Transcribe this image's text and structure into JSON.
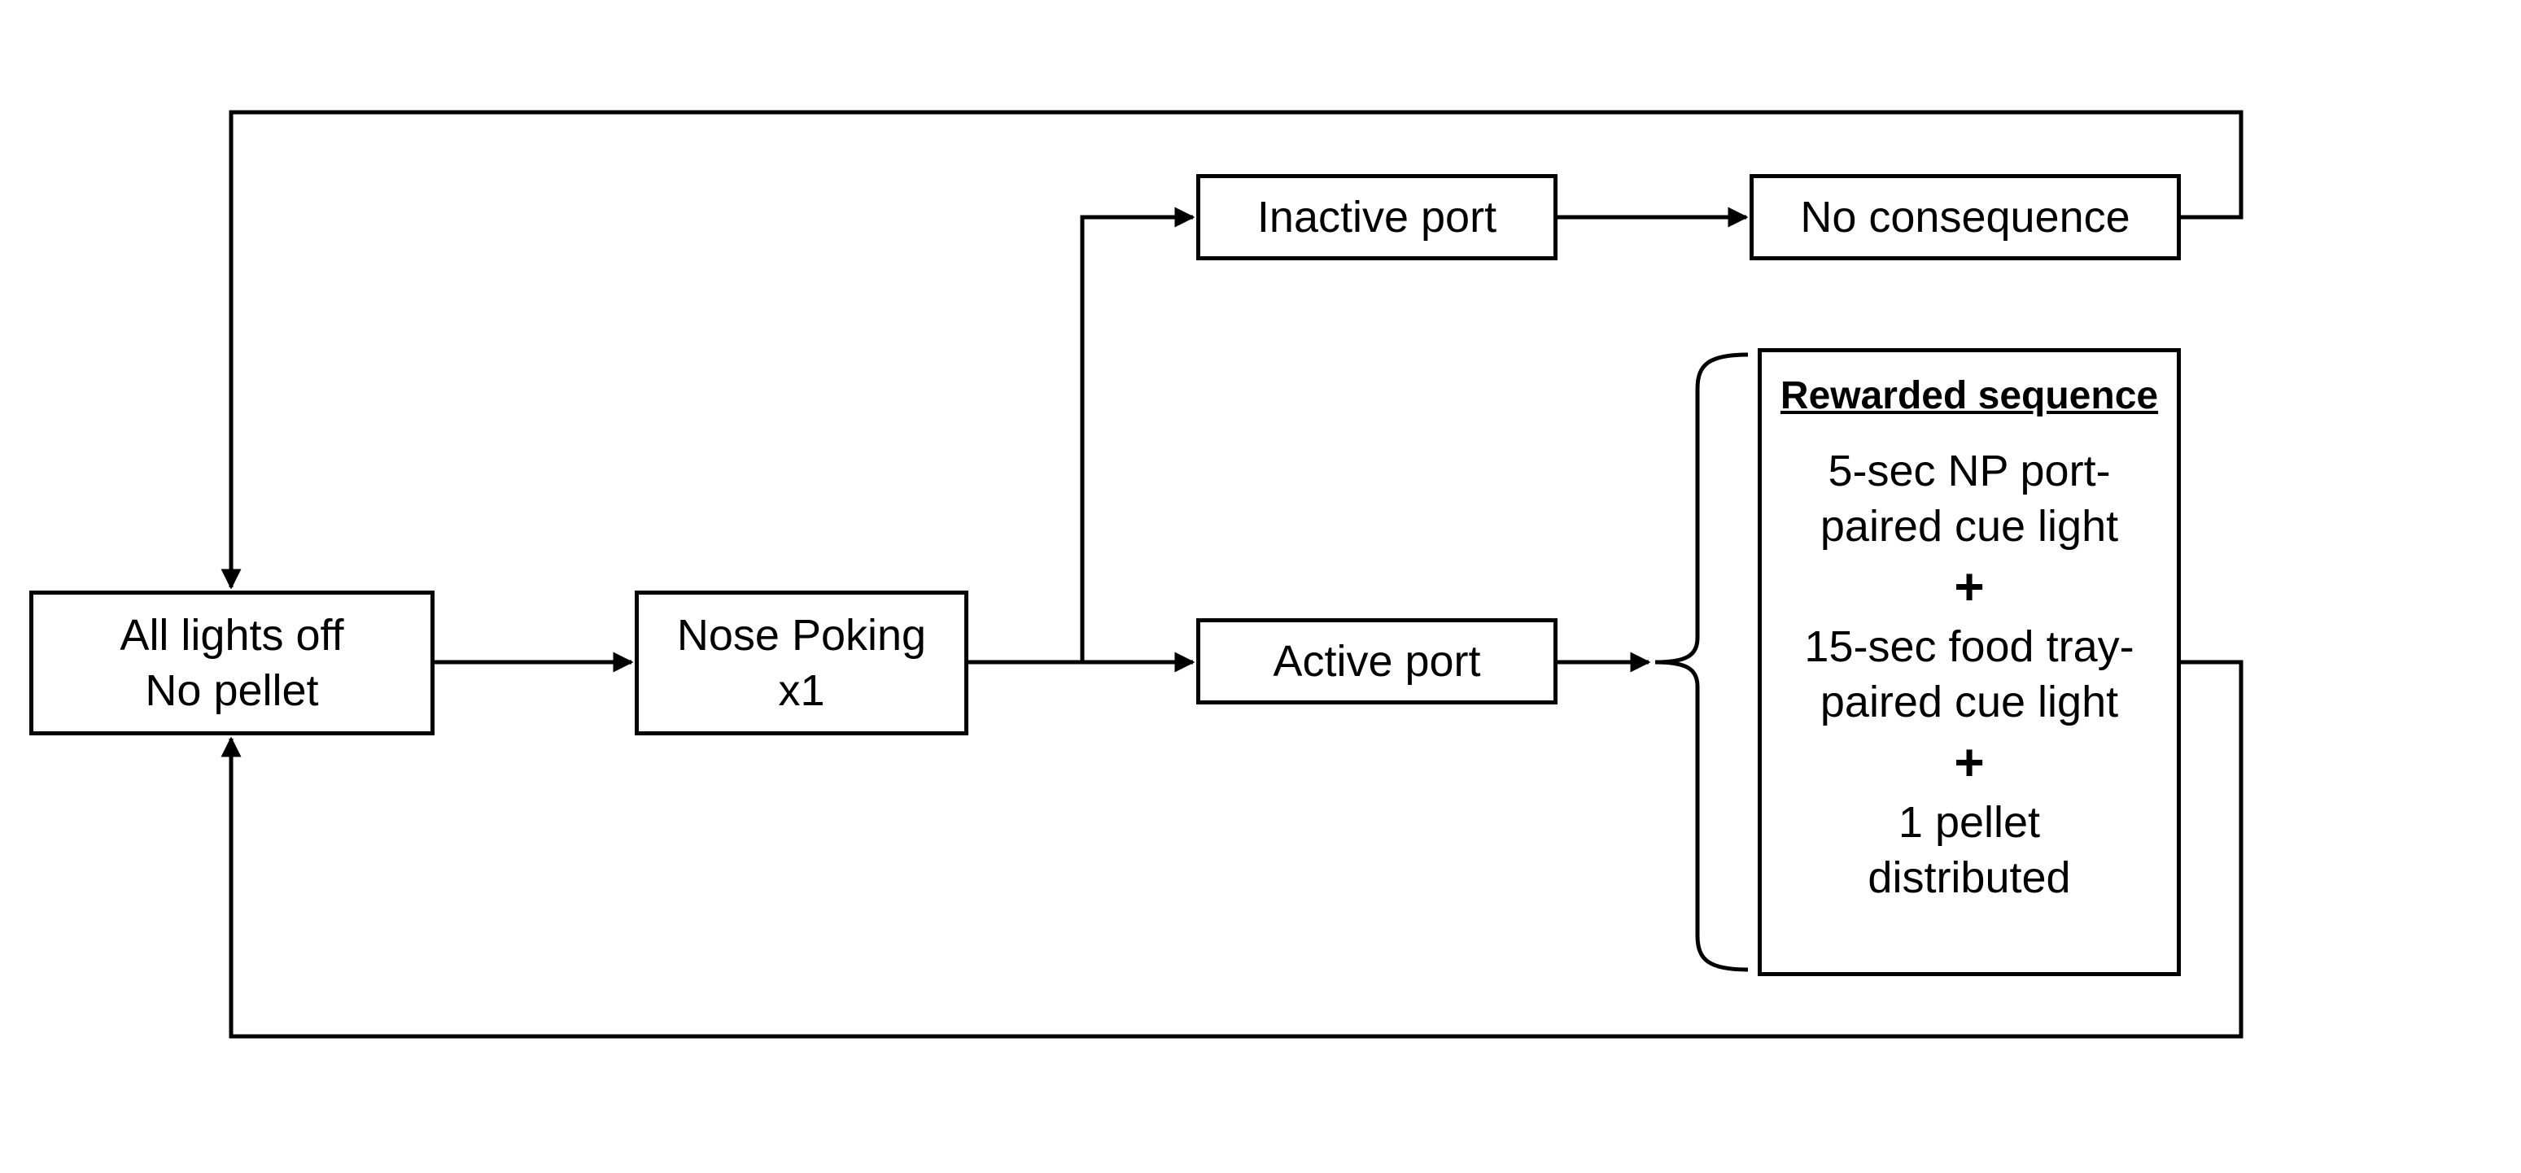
{
  "nodes": {
    "start": {
      "line1": "All lights off",
      "line2": "No pellet"
    },
    "nose_poke": {
      "line1": "Nose Poking",
      "line2": "x1"
    },
    "inactive": {
      "label": "Inactive port"
    },
    "no_consequence": {
      "label": "No consequence"
    },
    "active": {
      "label": "Active port"
    },
    "reward": {
      "title": "Rewarded sequence",
      "step1_line1": "5-sec NP port-",
      "step1_line2": "paired cue light",
      "plus1": "+",
      "step2_line1": "15-sec food tray-",
      "step2_line2": "paired cue light",
      "plus2": "+",
      "step3_line1": "1 pellet",
      "step3_line2": "distributed"
    }
  },
  "edges": [
    {
      "from": "start",
      "to": "nose_poke"
    },
    {
      "from": "nose_poke",
      "to": "inactive"
    },
    {
      "from": "nose_poke",
      "to": "active"
    },
    {
      "from": "inactive",
      "to": "no_consequence"
    },
    {
      "from": "active",
      "to": "reward"
    },
    {
      "from": "no_consequence",
      "to": "start"
    },
    {
      "from": "reward",
      "to": "start"
    }
  ],
  "colors": {
    "stroke": "#000000",
    "background": "#ffffff"
  }
}
